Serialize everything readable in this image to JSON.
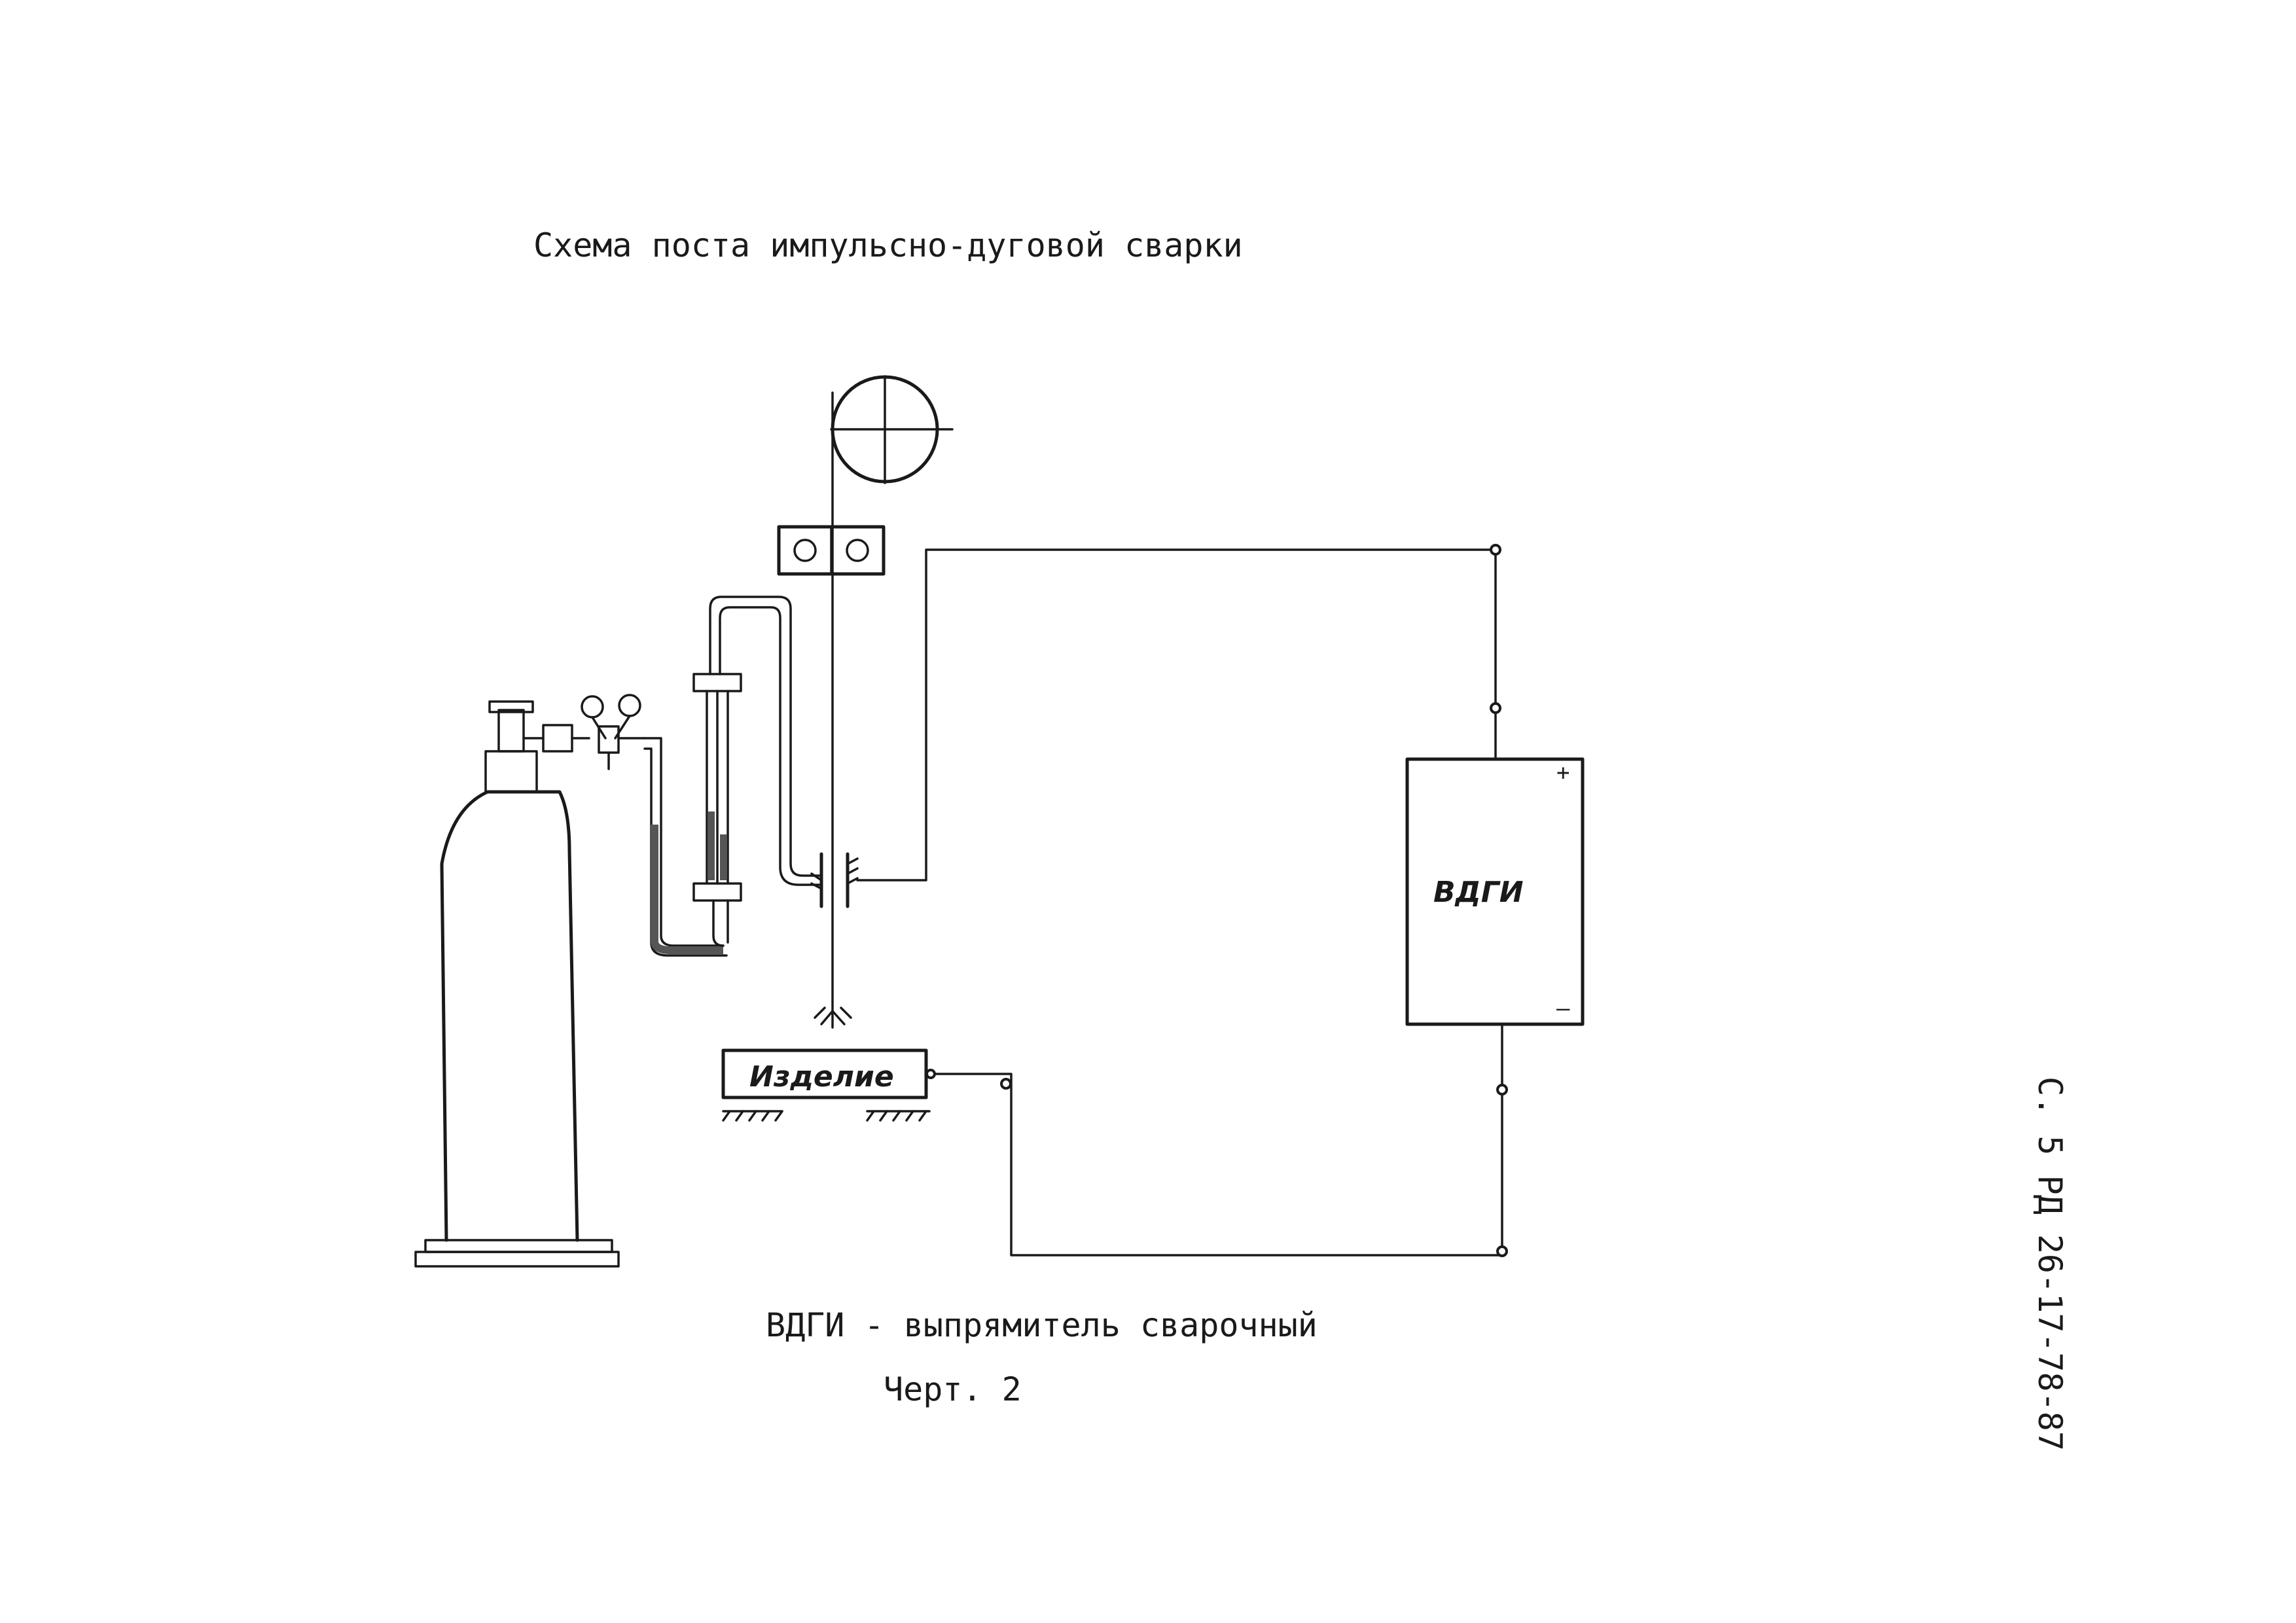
{
  "document": {
    "title": "Схема поста импульсно-дуговой сварки",
    "caption": "ВДГИ - выпрямитель сварочный",
    "figure_label": "Черт. 2",
    "page_ref": "С. 5 РД 26-17-78-87"
  },
  "diagram": {
    "rectifier_label": "ВДГИ",
    "rectifier_plus": "+",
    "rectifier_minus": "–",
    "workpiece_label": "Изделие"
  }
}
